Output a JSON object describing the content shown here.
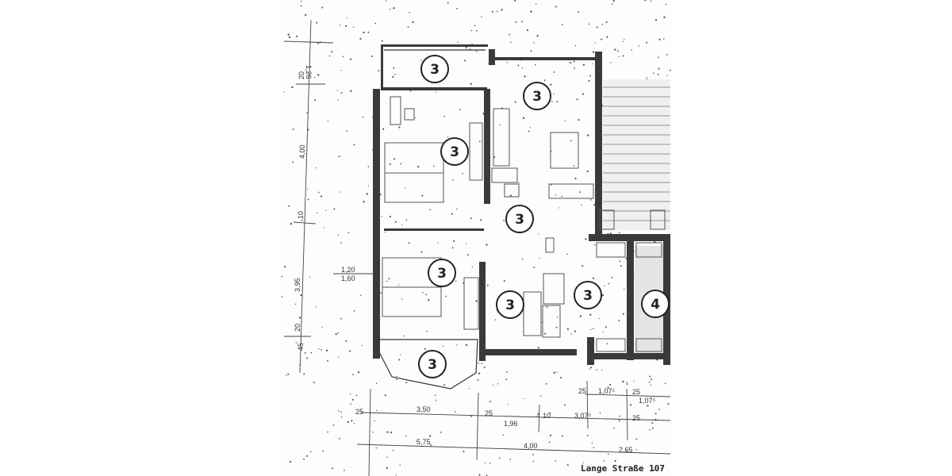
{
  "plan": {
    "rooms": [
      {
        "label": "3"
      },
      {
        "label": "3"
      },
      {
        "label": "3"
      },
      {
        "label": "3"
      },
      {
        "label": "3"
      },
      {
        "label": "3"
      },
      {
        "label": "3"
      },
      {
        "label": "3"
      },
      {
        "label": "4"
      }
    ],
    "vertical_dimensions": [
      "1,26",
      "20",
      "4,00",
      "10",
      "3,95",
      "20",
      "45",
      "1,20",
      "1,60"
    ],
    "horizontal_dimensions": [
      "25",
      "3,50",
      "25",
      "1,96",
      "10",
      "3,07⁵",
      "25",
      "1,07⁵",
      "25",
      "1,07⁵",
      "25",
      "5,75",
      "4,00",
      "2,65"
    ],
    "street_label": "Lange Straße 107"
  }
}
